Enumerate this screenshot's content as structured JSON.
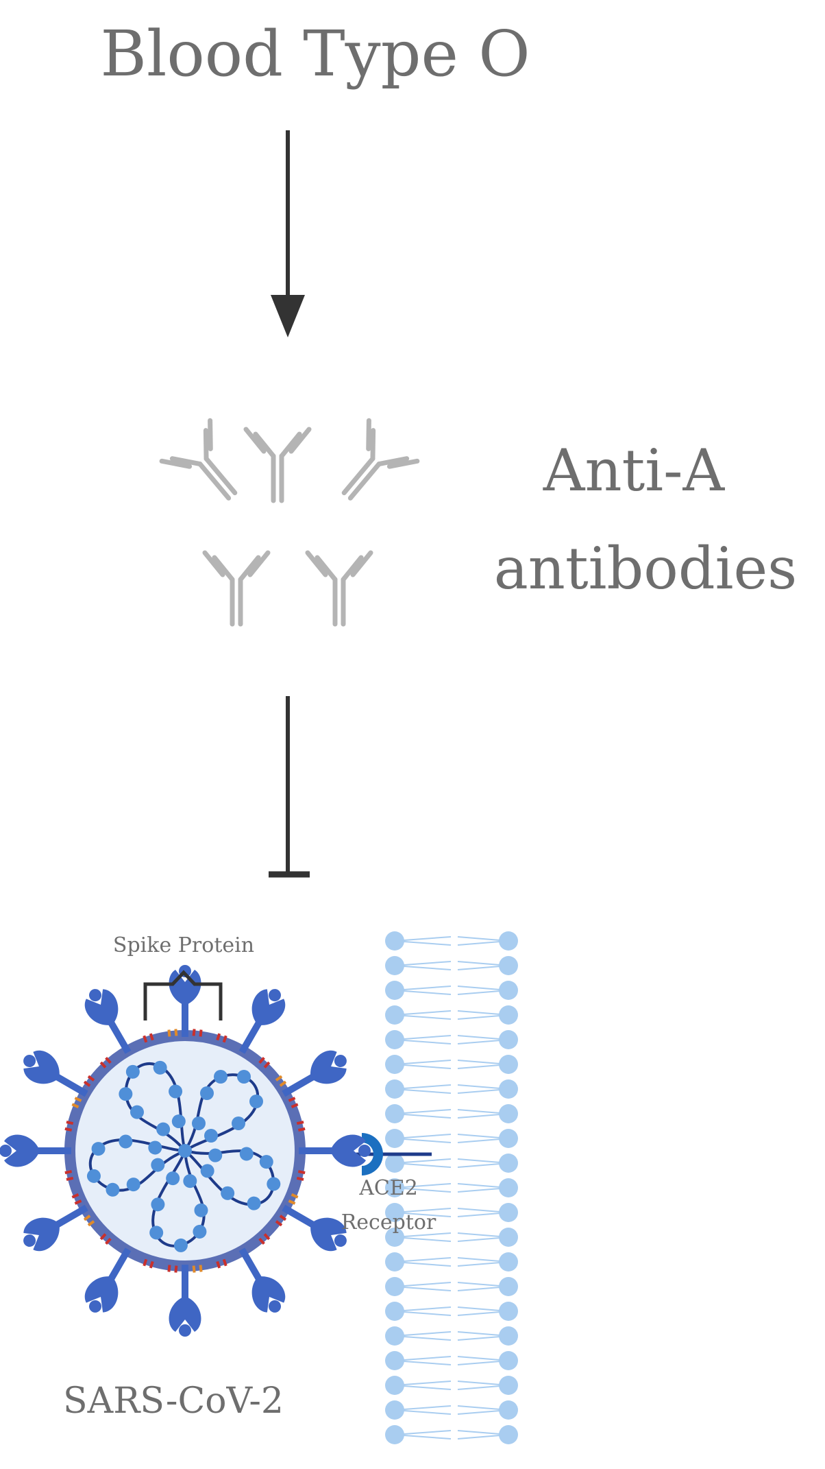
{
  "title": "Blood Type O",
  "antibody_label": {
    "line1": "Anti-A",
    "line2": "antibodies"
  },
  "spike_label": "Spike Protein",
  "receptor_label": {
    "line1": "ACE2",
    "line2": "Receptor"
  },
  "virus_label": "SARS-CoV-2",
  "colors": {
    "text": "#6e6e6e",
    "arrow": "#333333",
    "antibody": "#b4b4b4",
    "virus_shell": "#5b6fb5",
    "virus_fill": "#e6eef9",
    "spike": "#3f66c4",
    "rna": "#1e3b8a",
    "rna_nodes": "#4f8fd8",
    "membrane": "#a9cdf0",
    "receptor": "#1b6fc0"
  }
}
